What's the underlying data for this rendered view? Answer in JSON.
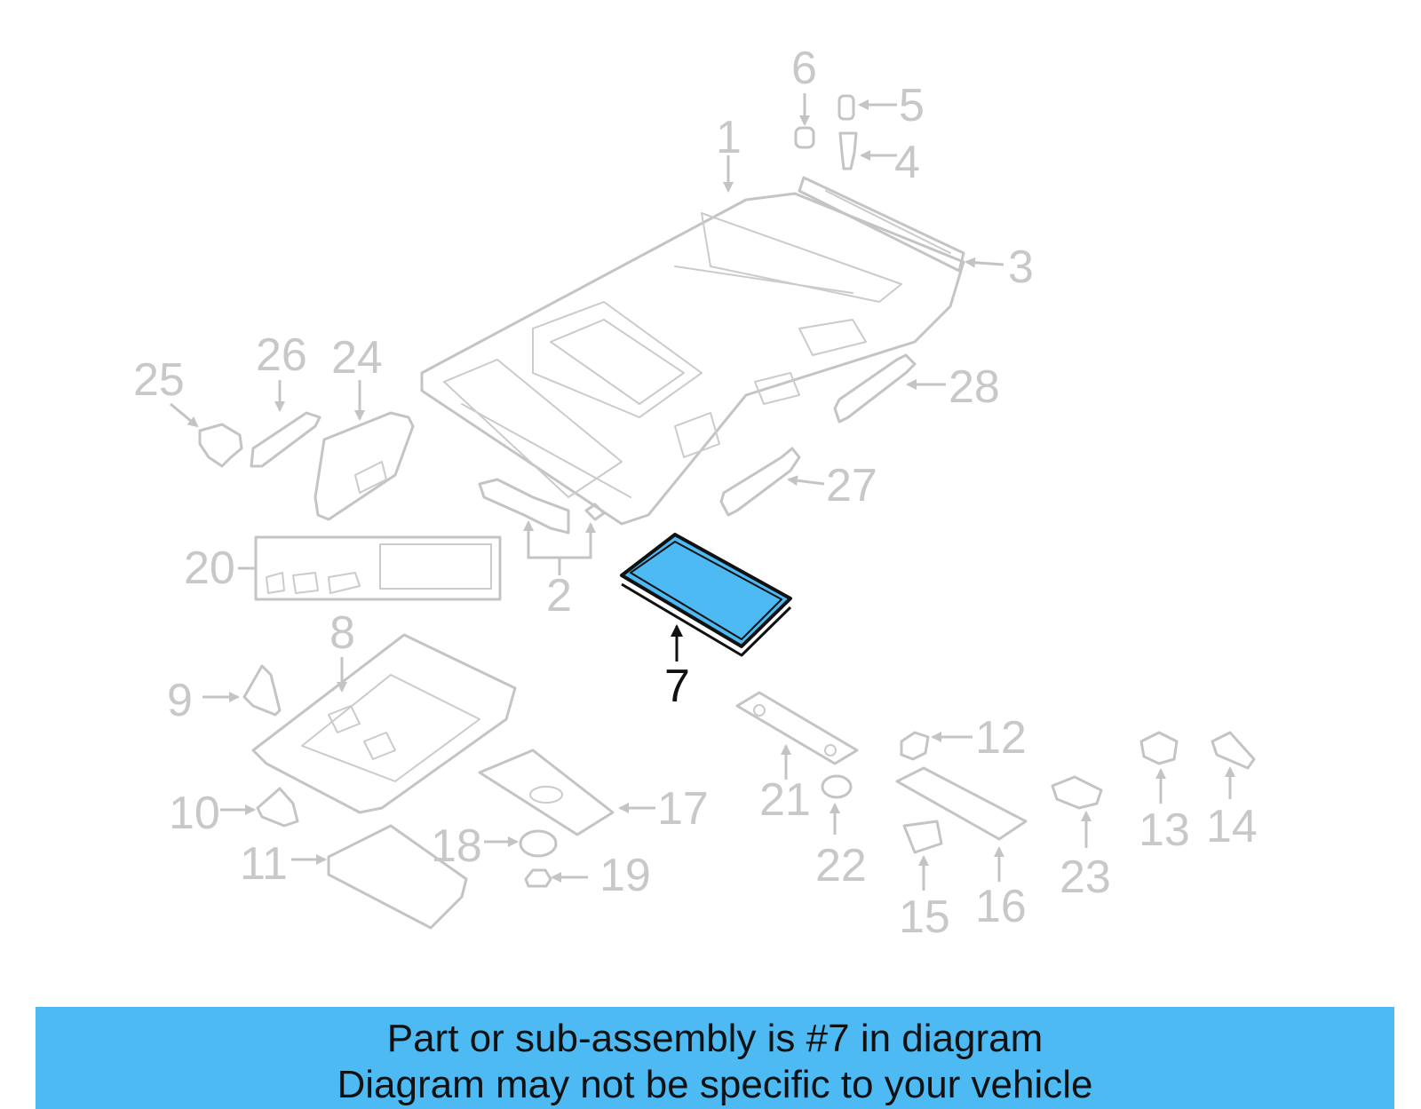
{
  "diagram": {
    "highlight_color": "#4dbaf3",
    "line_color": "#c4c4c4",
    "highlighted_callout": "7",
    "callouts": [
      "1",
      "2",
      "3",
      "4",
      "5",
      "6",
      "7",
      "8",
      "9",
      "10",
      "11",
      "12",
      "13",
      "14",
      "15",
      "16",
      "17",
      "18",
      "19",
      "20",
      "21",
      "22",
      "23",
      "24",
      "25",
      "26",
      "27",
      "28"
    ]
  },
  "banner": {
    "line1": "Part or sub-assembly is #7 in diagram",
    "line2": "Diagram may not be specific to your vehicle",
    "background": "#4dbaf3"
  }
}
